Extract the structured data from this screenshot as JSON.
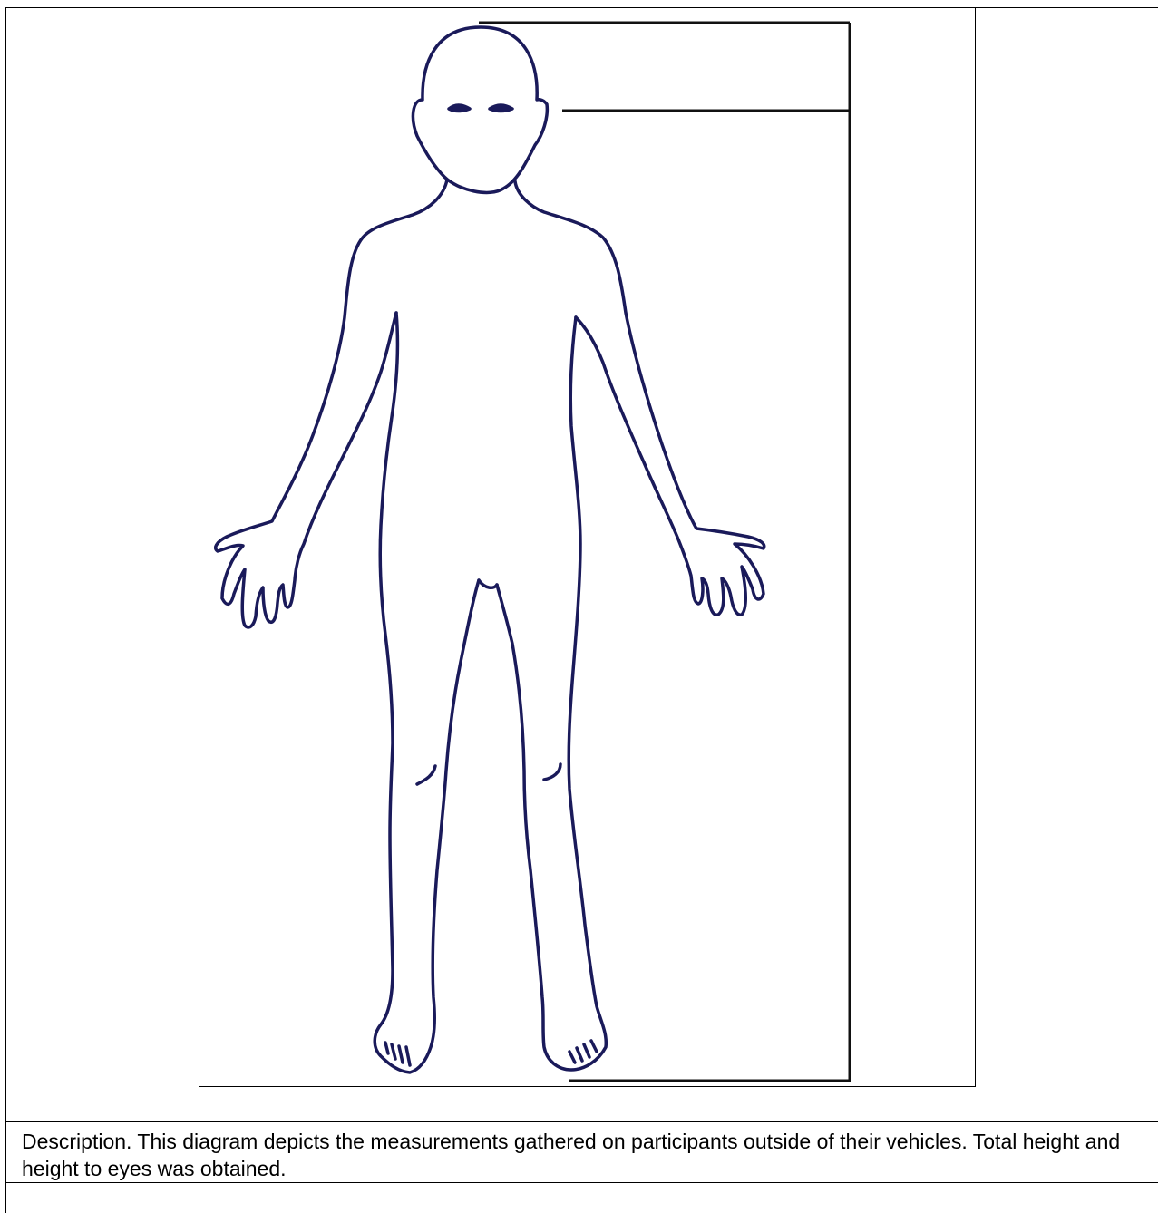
{
  "caption": {
    "text": "Description. This diagram depicts the measurements gathered on participants outside of their vehicles.  Total height and height to eyes was obtained."
  },
  "figure": {
    "subject": "human-body-outline",
    "measurements": [
      "total-height",
      "height-to-eyes"
    ],
    "outline_color": "#1a1a5a",
    "bracket_color": "#111111"
  }
}
